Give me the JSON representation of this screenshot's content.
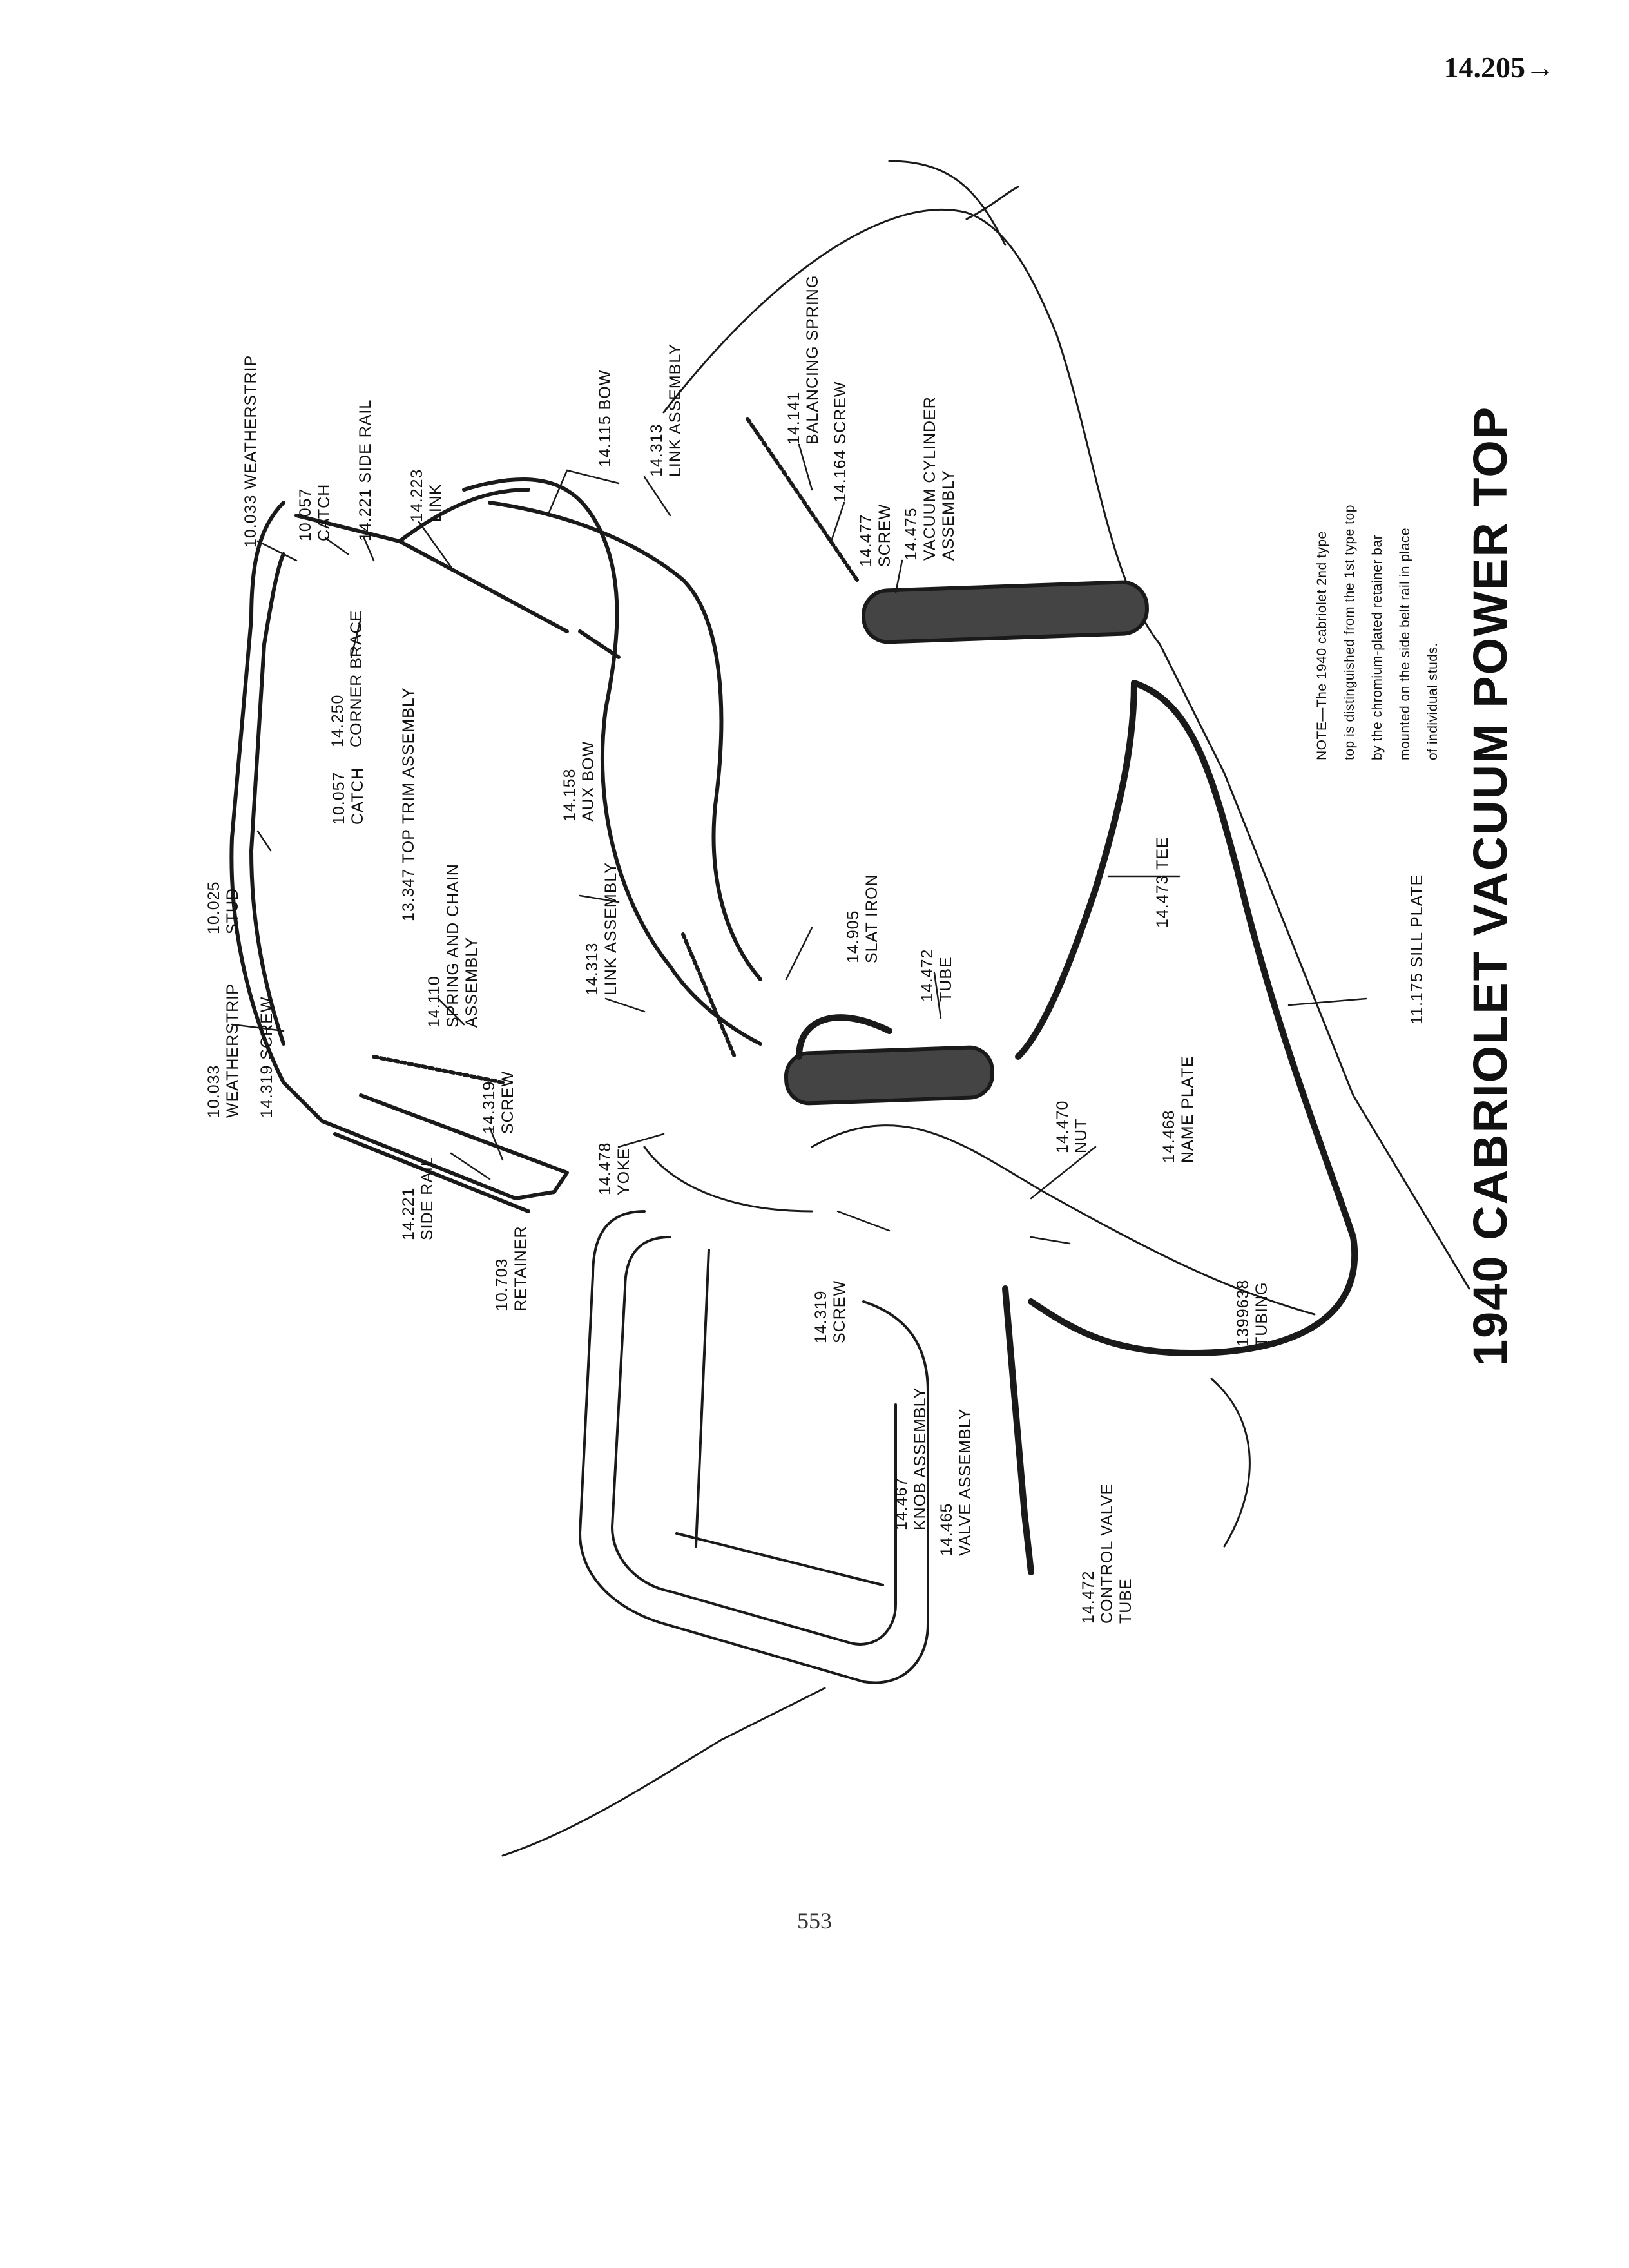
{
  "page": {
    "section_number": "14.205→",
    "page_number": "553",
    "title": "1940 CABRIOLET VACUUM POWER TOP",
    "note_lines": [
      "NOTE—The 1940 cabriolet 2nd type",
      "top is distinguished from the 1st type top",
      "by the chromium-plated retainer bar",
      "mounted on the side belt rail in place",
      "of individual studs."
    ]
  },
  "labels": [
    {
      "id": "weatherstrip-top",
      "lines": [
        "10.033 WEATHERSTRIP"
      ]
    },
    {
      "id": "catch-top",
      "lines": [
        "10.057",
        "CATCH"
      ]
    },
    {
      "id": "side-rail-top",
      "lines": [
        "14.221 SIDE RAIL"
      ]
    },
    {
      "id": "link-top",
      "lines": [
        "14.223",
        "LINK"
      ]
    },
    {
      "id": "bow",
      "lines": [
        "14.115 BOW"
      ]
    },
    {
      "id": "link-assembly-top",
      "lines": [
        "14.313",
        "LINK ASSEMBLY"
      ]
    },
    {
      "id": "balancing-spring",
      "lines": [
        "14.141",
        "BALANCING SPRING"
      ]
    },
    {
      "id": "screw-164",
      "lines": [
        "14.164 SCREW"
      ]
    },
    {
      "id": "screw-477",
      "lines": [
        "14.477",
        "SCREW"
      ]
    },
    {
      "id": "vacuum-cylinder",
      "lines": [
        "14.475",
        "VACUUM CYLINDER",
        "ASSEMBLY"
      ]
    },
    {
      "id": "corner-brace",
      "lines": [
        "14.250",
        "CORNER BRACE"
      ]
    },
    {
      "id": "top-trim",
      "lines": [
        "13.347 TOP TRIM ASSEMBLY"
      ]
    },
    {
      "id": "catch-mid",
      "lines": [
        "10.057",
        "CATCH"
      ]
    },
    {
      "id": "aux-bow",
      "lines": [
        "14.158",
        "AUX BOW"
      ]
    },
    {
      "id": "stud",
      "lines": [
        "10.025",
        "STUD"
      ]
    },
    {
      "id": "weatherstrip-bottom",
      "lines": [
        "10.033",
        "WEATHERSTRIP"
      ]
    },
    {
      "id": "screw-319-left",
      "lines": [
        "14.319 SCREW"
      ]
    },
    {
      "id": "spring-chain",
      "lines": [
        "14.110",
        "SPRING AND CHAIN",
        "ASSEMBLY"
      ]
    },
    {
      "id": "link-assembly-bottom",
      "lines": [
        "14.313",
        "LINK ASSEMBLY"
      ]
    },
    {
      "id": "slat-iron",
      "lines": [
        "14.905",
        "SLAT IRON"
      ]
    },
    {
      "id": "tube-472",
      "lines": [
        "14.472",
        "TUBE"
      ]
    },
    {
      "id": "tee",
      "lines": [
        "14.473 TEE"
      ]
    },
    {
      "id": "screw-319-mid",
      "lines": [
        "14.319",
        "SCREW"
      ]
    },
    {
      "id": "side-rail-bottom",
      "lines": [
        "14.221",
        "SIDE RAIL"
      ]
    },
    {
      "id": "retainer",
      "lines": [
        "10.703",
        "RETAINER"
      ]
    },
    {
      "id": "yoke",
      "lines": [
        "14.478",
        "YOKE"
      ]
    },
    {
      "id": "nut",
      "lines": [
        "14.470",
        "NUT"
      ]
    },
    {
      "id": "name-plate",
      "lines": [
        "14.468",
        "NAME PLATE"
      ]
    },
    {
      "id": "sill-plate",
      "lines": [
        "11.175 SILL PLATE"
      ]
    },
    {
      "id": "screw-319-low",
      "lines": [
        "14.319",
        "SCREW"
      ]
    },
    {
      "id": "tubing",
      "lines": [
        "1399638",
        "TUBING"
      ]
    },
    {
      "id": "knob-assembly",
      "lines": [
        "14.467",
        "KNOB ASSEMBLY"
      ]
    },
    {
      "id": "valve-assembly",
      "lines": [
        "14.465",
        "VALVE ASSEMBLY"
      ]
    },
    {
      "id": "control-valve-tube",
      "lines": [
        "14.472",
        "CONTROL VALVE",
        "TUBE"
      ]
    }
  ]
}
